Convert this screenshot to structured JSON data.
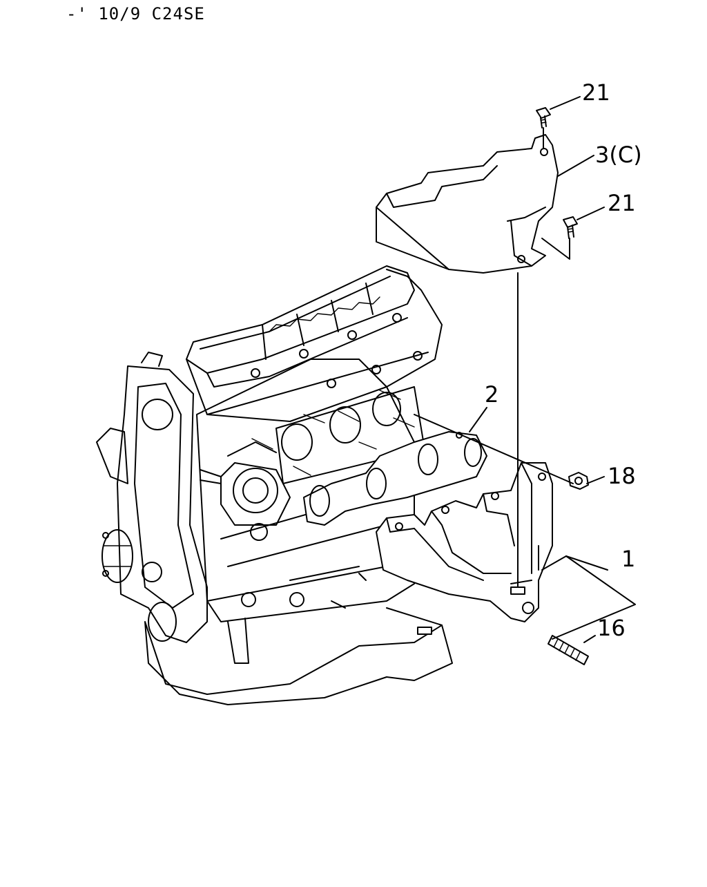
{
  "header": {
    "model_code": "-' 10/9 C24SE"
  },
  "callouts": [
    {
      "id": "c21a",
      "label": "21"
    },
    {
      "id": "c3c",
      "label": "3(C)"
    },
    {
      "id": "c21b",
      "label": "21"
    },
    {
      "id": "c2",
      "label": "2"
    },
    {
      "id": "c18",
      "label": "18"
    },
    {
      "id": "c1",
      "label": "1"
    },
    {
      "id": "c16",
      "label": "16"
    }
  ],
  "parts": {
    "heat_shield": "heat-shield",
    "gasket": "exhaust-gasket",
    "manifold": "exhaust-manifold",
    "stud": "stud",
    "nut": "nut",
    "bolt": "bolt"
  }
}
